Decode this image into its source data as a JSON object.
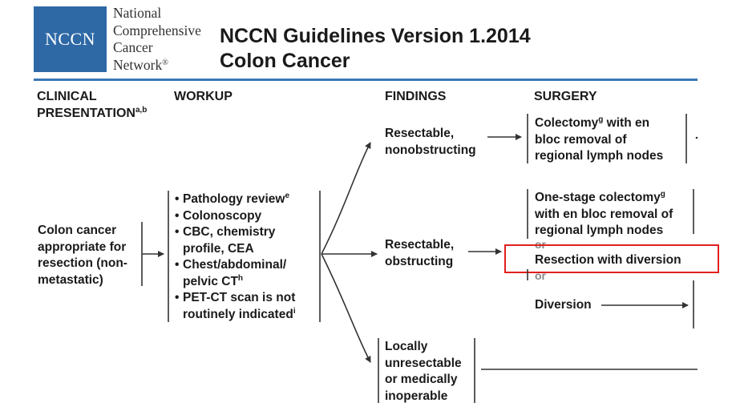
{
  "logo": {
    "mark": "NCCN",
    "lines": [
      "National",
      "Comprehensive",
      "Cancer",
      "Network"
    ],
    "registered": "®"
  },
  "title": {
    "line1": "NCCN Guidelines Version 1.2014",
    "line2": "Colon Cancer"
  },
  "columns": {
    "clinical": {
      "line1": "CLINICAL",
      "line2": "PRESENTATION",
      "sup": "a,b"
    },
    "workup": "WORKUP",
    "findings": "FINDINGS",
    "surgery": "SURGERY"
  },
  "presentation": [
    "Colon cancer",
    "appropriate for",
    "resection (non-",
    "metastatic)"
  ],
  "workup": {
    "pathology": {
      "text": "Pathology review",
      "sup": "e"
    },
    "colonoscopy": "Colonoscopy",
    "cbc": [
      "CBC, chemistry",
      "profile, CEA"
    ],
    "chest": {
      "line1": "Chest/abdominal/",
      "line2": "pelvic CT",
      "sup": "h"
    },
    "petct": {
      "line1": "PET-CT scan is not",
      "line2": "routinely indicated",
      "sup": "i"
    }
  },
  "findings": {
    "nonobstructing": [
      "Resectable,",
      "nonobstructing"
    ],
    "obstructing": [
      "Resectable,",
      "obstructing"
    ],
    "unresectable": [
      "Locally",
      "unresectable",
      "or medically",
      "inoperable"
    ]
  },
  "surgery": {
    "colectomy": {
      "pre": "Colectomy",
      "sup": "g",
      "post": " with en",
      "line2": "bloc removal of",
      "line3": "regional lymph nodes"
    },
    "onestage": {
      "pre": "One-stage colectomy",
      "sup": "g",
      "line2": "with en bloc removal of",
      "line3": "regional lymph nodes"
    },
    "or1": "or",
    "resection": "Resection with diversion",
    "or2": "or",
    "diversion": "Diversion"
  },
  "colors": {
    "brand_blue": "#2e69a6",
    "rule_blue": "#3a78b5",
    "highlight_red": "#e0201f",
    "line_color": "#333333"
  }
}
